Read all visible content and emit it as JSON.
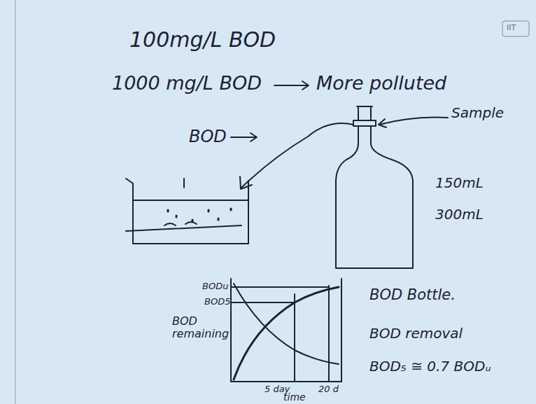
{
  "diagram": {
    "labels": [
      "100mg/L BOD",
      "1000 mg/L BOD",
      "More polluted",
      "Sample",
      "BOD",
      "150mL",
      "300mL",
      "BODu",
      "BOD5",
      "BOD remaining",
      "5 day",
      "20 d",
      "time",
      "BOD Bottle.",
      "BOD removal",
      "BOD₅ ≅ 0.7 BODᵤ",
      "IIT"
    ]
  }
}
